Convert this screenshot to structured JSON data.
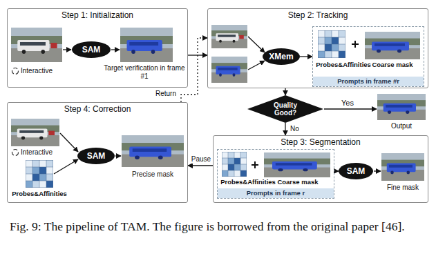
{
  "diagram": {
    "caption": "Fig. 9: The pipeline of TAM. The figure is borrowed from the original paper [46].",
    "nodes": [
      {
        "text": [
          "Step 1: Initialization"
        ]
      },
      {
        "text": [
          "SAM"
        ],
        "in": 0
      },
      {
        "text": [
          "Step 2: Tracking"
        ]
      },
      {
        "text": [
          "XMem"
        ],
        "in": 2
      },
      {
        "text": [
          "Prompts in frame #r"
        ],
        "in": 2
      },
      {
        "text": [
          "Step 4: Correction"
        ]
      },
      {
        "text": [
          "SAM"
        ],
        "in": 5
      },
      {
        "text": [
          "Quality Good?"
        ]
      },
      {
        "text": [
          "Step 3: Segmentation"
        ]
      },
      {
        "text": [
          "Prompts in frame r"
        ],
        "in": 8
      },
      {
        "text": [
          "SAM"
        ],
        "in": 8
      }
    ],
    "edges": [
      {
        "from": 0,
        "to": 2,
        "arrow": "to"
      },
      {
        "from": 3,
        "to": 4,
        "arrow": "to"
      },
      {
        "from": 2,
        "to": 7,
        "arrow": "to"
      },
      {
        "from": 7,
        "to": 8,
        "label": "No",
        "arrow": "to"
      },
      {
        "from": 8,
        "to": 5,
        "label": "Pause",
        "arrow": "to"
      },
      {
        "from": 5,
        "to": 2,
        "label": "Return",
        "arrow": "to"
      },
      {
        "from": 9,
        "to": 10,
        "arrow": "to"
      }
    ],
    "labels": [
      "Interactive",
      "Target verification in frame #1",
      "Probes&Affinities",
      "Coarse mask",
      "Yes",
      "Output",
      "Probes&Affinities",
      "Coarse mask",
      "Fine mask",
      "Interactive",
      "Probes&Affinities",
      "Precise mask"
    ]
  }
}
